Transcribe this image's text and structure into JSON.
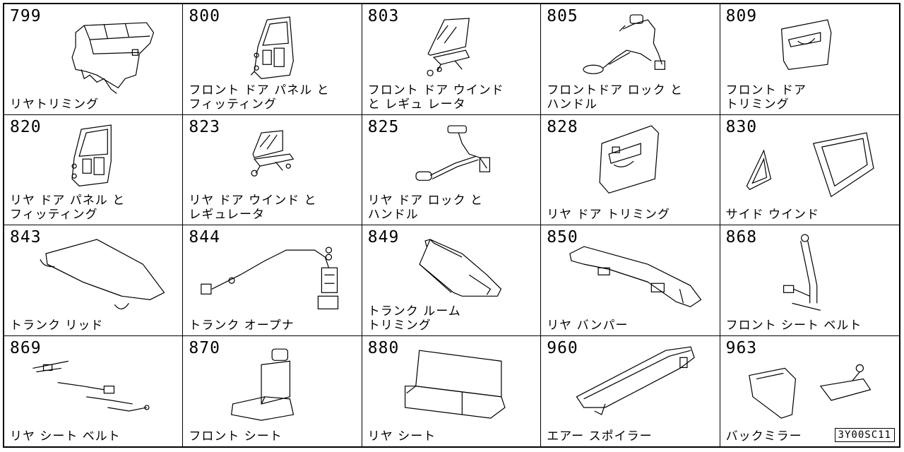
{
  "cells": [
    {
      "num": "799",
      "label": "リヤトリミング"
    },
    {
      "num": "800",
      "label": "フロント ドア パネル と\nフィッティング"
    },
    {
      "num": "803",
      "label": "フロント ドア ウインド\nと レギュ レータ"
    },
    {
      "num": "805",
      "label": "フロントドア ロック と\nハンドル"
    },
    {
      "num": "809",
      "label": "フロント ドア\nトリミング"
    },
    {
      "num": "820",
      "label": "リヤ ドア パネル と\nフィッティング"
    },
    {
      "num": "823",
      "label": "リヤ ドア ウインド と\nレギュレータ"
    },
    {
      "num": "825",
      "label": "リヤ ドア ロック と\nハンドル"
    },
    {
      "num": "828",
      "label": "リヤ ドア トリミング"
    },
    {
      "num": "830",
      "label": "サイド ウインド"
    },
    {
      "num": "843",
      "label": "トランク リッド"
    },
    {
      "num": "844",
      "label": "トランク オープナ"
    },
    {
      "num": "849",
      "label": "トランク ルーム\nトリミング"
    },
    {
      "num": "850",
      "label": "リヤ バンパー"
    },
    {
      "num": "868",
      "label": "フロント シート ベルト"
    },
    {
      "num": "869",
      "label": "リヤ シート ベルト"
    },
    {
      "num": "870",
      "label": "フロント シート"
    },
    {
      "num": "880",
      "label": "リヤ シート"
    },
    {
      "num": "960",
      "label": "エアー スポイラー"
    },
    {
      "num": "963",
      "label": "バックミラー"
    }
  ],
  "diagram_code": "3Y00SC11"
}
